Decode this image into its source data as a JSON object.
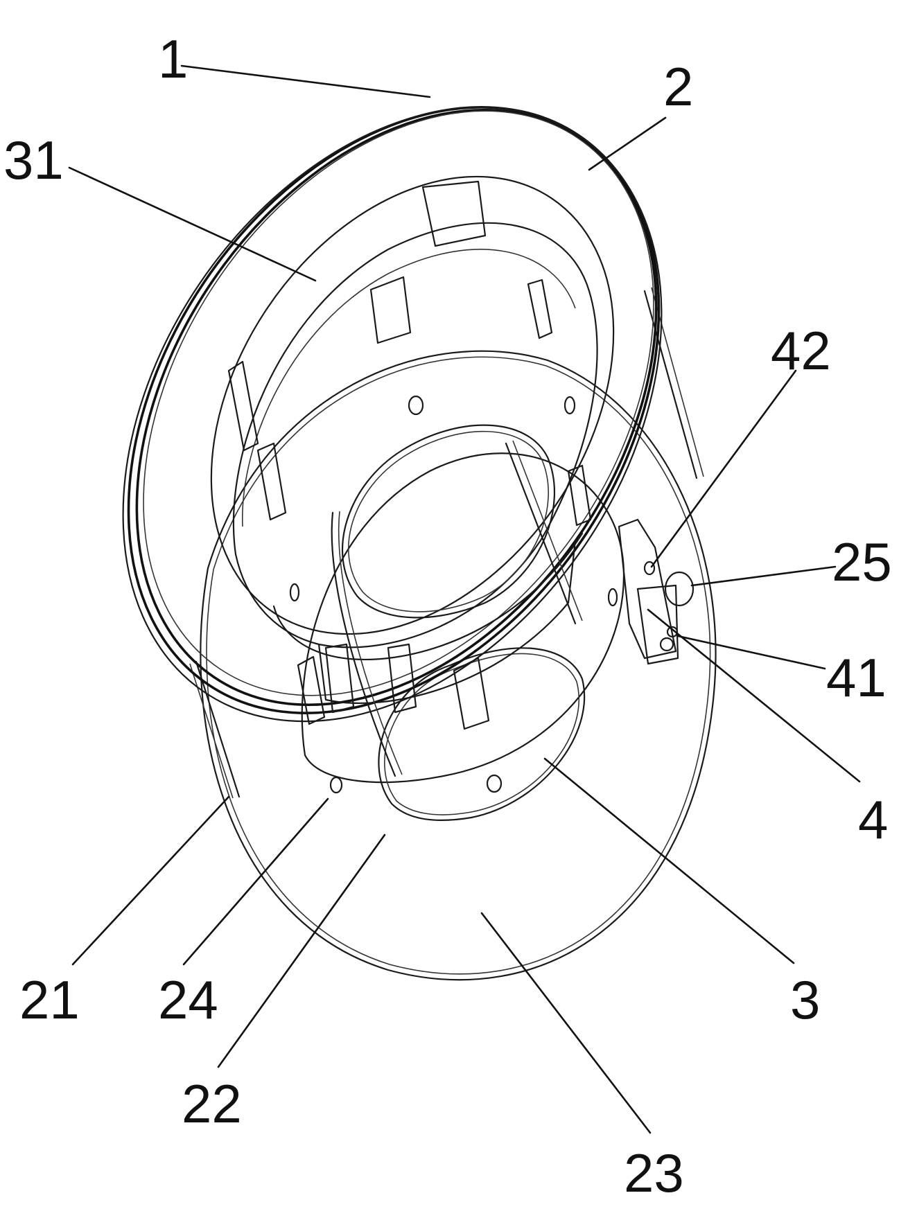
{
  "figure": {
    "labels": [
      {
        "id": "label-1",
        "text": "1"
      },
      {
        "id": "label-2",
        "text": "2"
      },
      {
        "id": "label-31",
        "text": "31"
      },
      {
        "id": "label-42",
        "text": "42"
      },
      {
        "id": "label-25",
        "text": "25"
      },
      {
        "id": "label-41",
        "text": "41"
      },
      {
        "id": "label-4",
        "text": "4"
      },
      {
        "id": "label-21",
        "text": "21"
      },
      {
        "id": "label-24",
        "text": "24"
      },
      {
        "id": "label-22",
        "text": "22"
      },
      {
        "id": "label-3",
        "text": "3"
      },
      {
        "id": "label-23",
        "text": "23"
      }
    ]
  }
}
